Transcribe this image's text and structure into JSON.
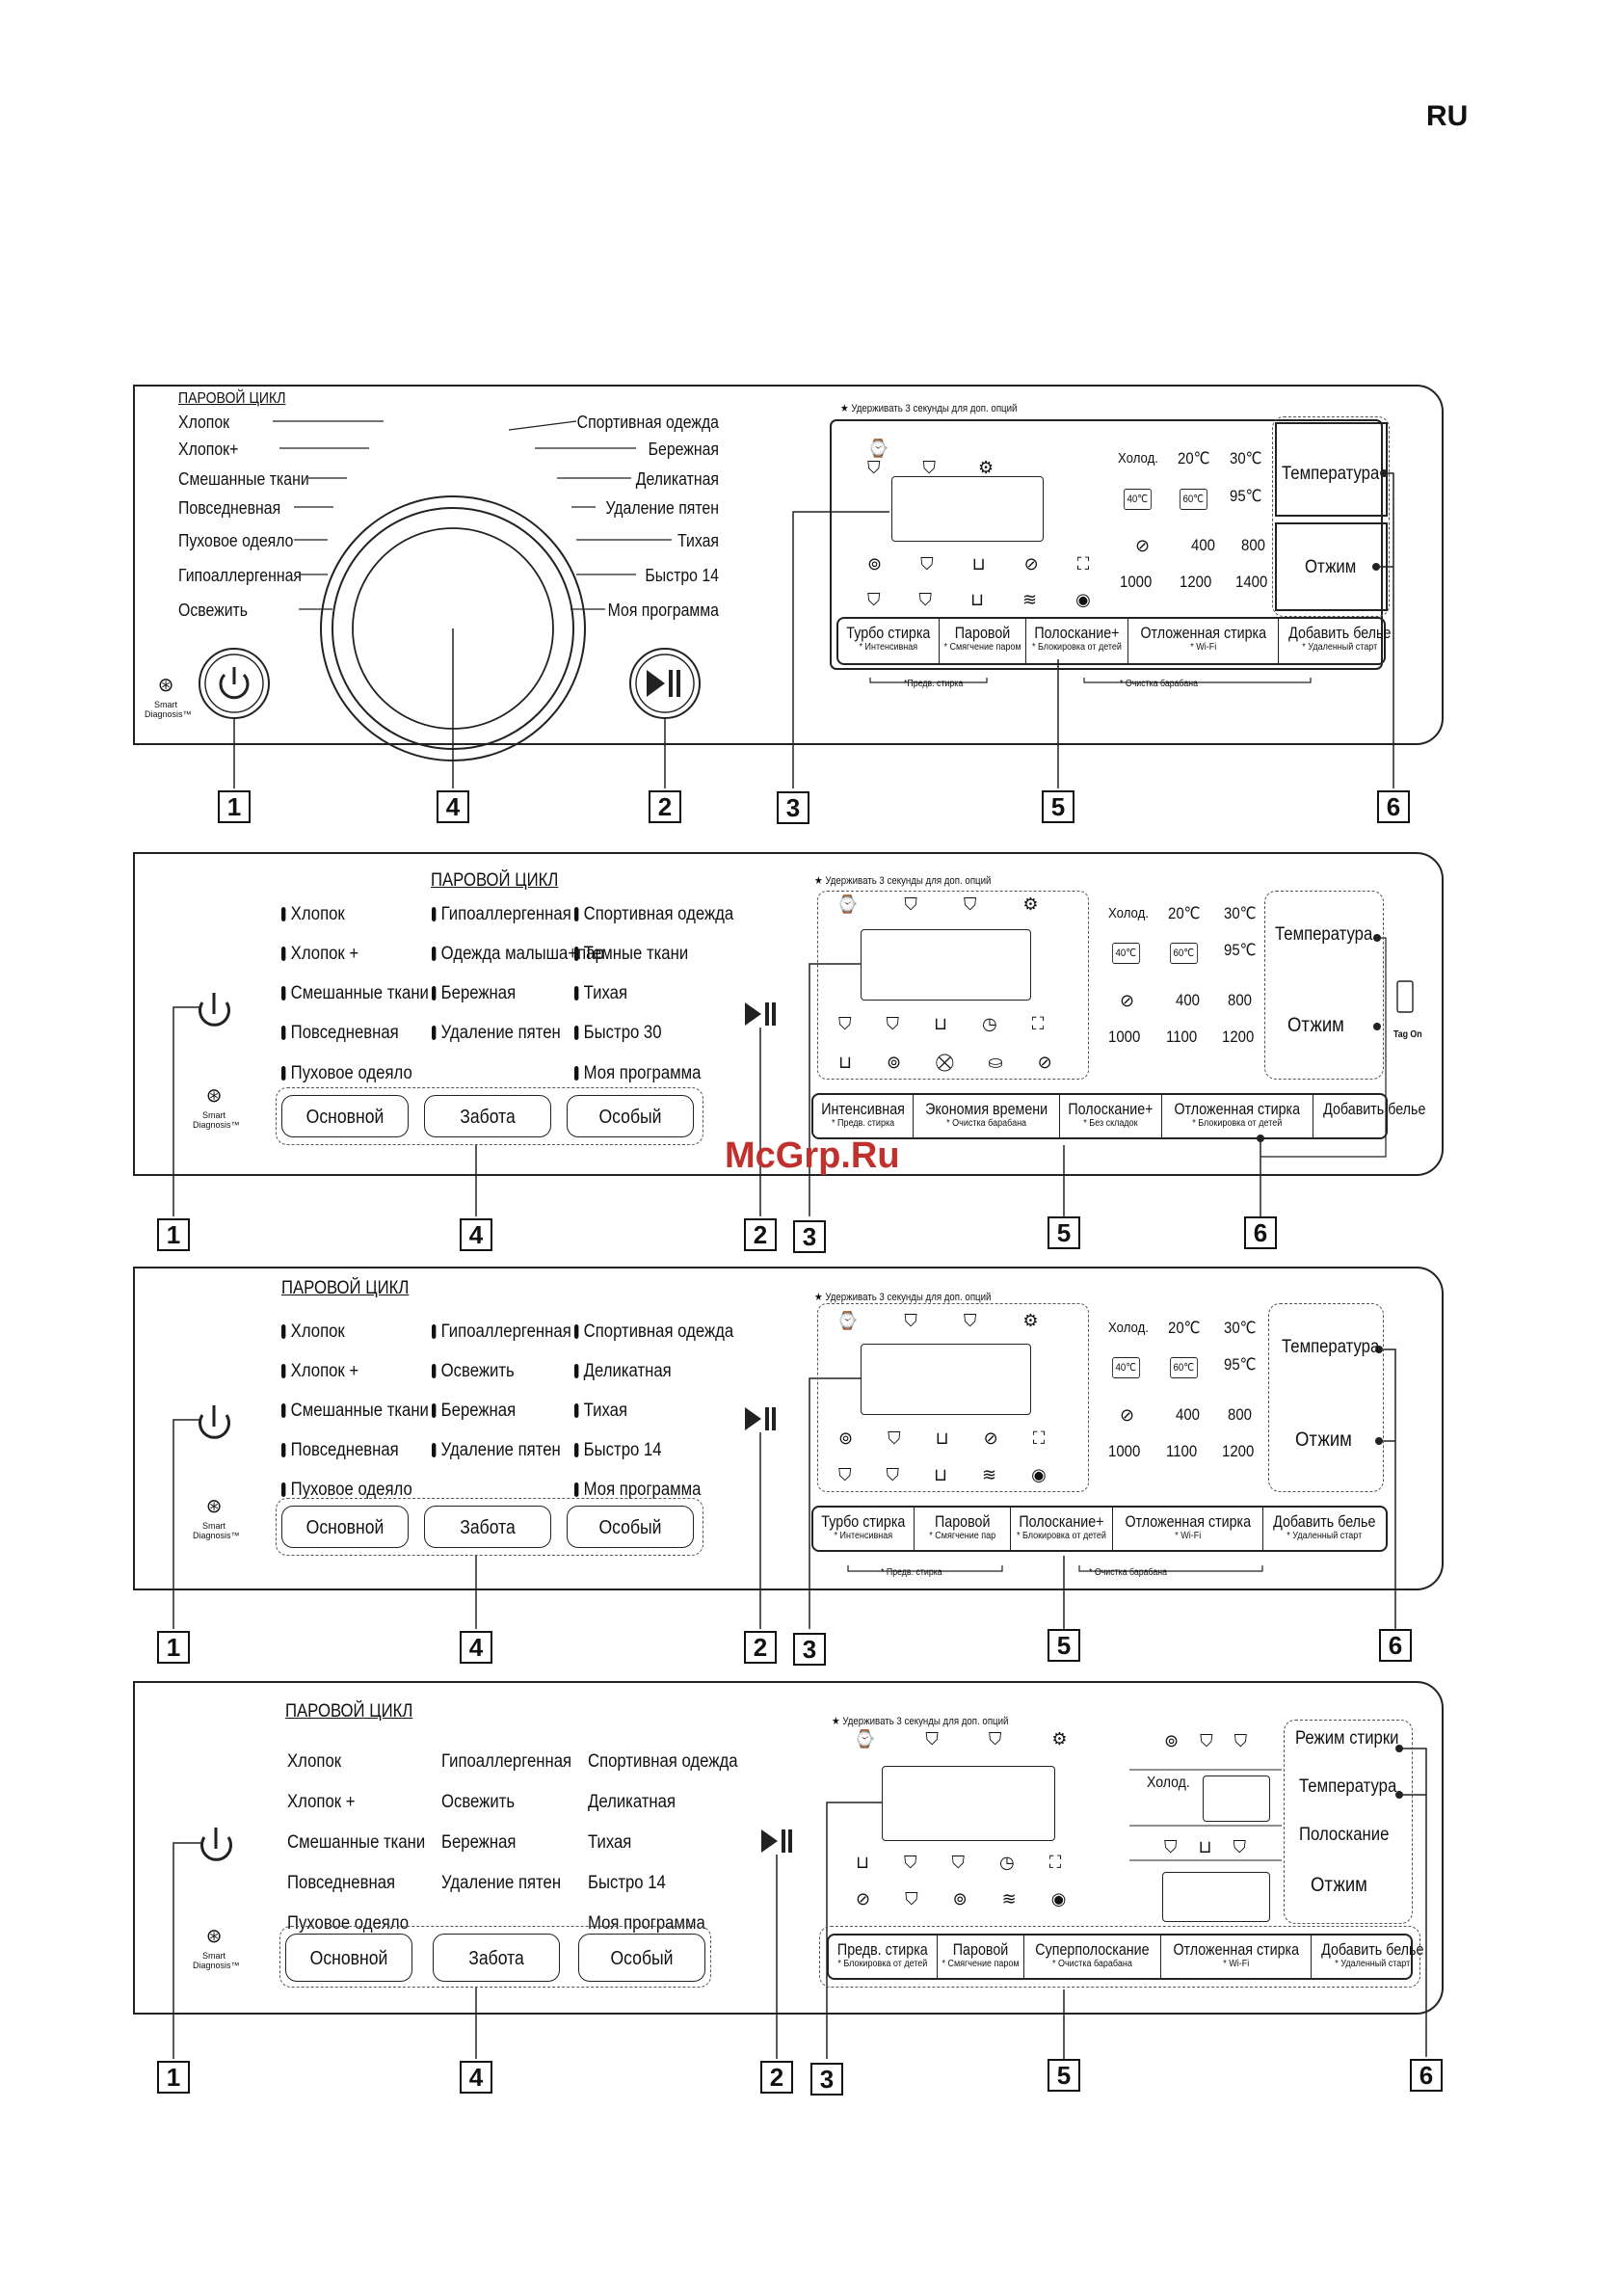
{
  "lang_label": "RU",
  "watermark": "McGrp.Ru",
  "common": {
    "steam_cycle": "ПАРОВОЙ ЦИКЛ",
    "hold_note": "★ Удерживать 3 секунды для доп. опций",
    "smart_diag_1": "Smart",
    "smart_diag_2": "Diagnosis™",
    "tag_on": "Tag On"
  },
  "panel1": {
    "left_programs": [
      "Хлопок",
      "Хлопок+",
      "Смешанные ткани",
      "Повседневная",
      "Пуховое одеяло",
      "Гипоаллергенная",
      "Освежить"
    ],
    "right_programs": [
      "Спортивная одежда",
      "Бережная",
      "Деликатная",
      "Удаление пятен",
      "Тихая",
      "Быстро 14",
      "Моя программа"
    ],
    "temps": [
      "Холод.",
      "20℃",
      "30℃",
      "40℃",
      "60℃",
      "95℃"
    ],
    "spins": [
      "400",
      "800",
      "1000",
      "1200",
      "1400"
    ],
    "buttons": [
      "Температура",
      "Отжим"
    ],
    "options": [
      {
        "m": "Турбо стирка",
        "s": "* Интенсивная"
      },
      {
        "m": "Паровой",
        "s": "* Смягчение паром"
      },
      {
        "m": "Полоскание+",
        "s": "* Блокировка от детей"
      },
      {
        "m": "Отложенная стирка",
        "s": "* Wi-Fi"
      },
      {
        "m": "Добавить белье",
        "s": "* Удаленный старт"
      }
    ],
    "below_a": "*Предв. стирка",
    "below_b": "* Очистка барабана"
  },
  "panel2": {
    "col1": [
      "Хлопок",
      "Хлопок +",
      "Смешанные ткани",
      "Повседневная",
      "Пуховое одеяло"
    ],
    "col2": [
      "Гипоаллергенная",
      "Одежда малыша+пар",
      "Бережная",
      "Удаление пятен"
    ],
    "col3": [
      "Спортивная одежда",
      "Темные ткани",
      "Тихая",
      "Быстро 30",
      "Моя программа"
    ],
    "groups": [
      "Основной",
      "Забота",
      "Особый"
    ],
    "temps": [
      "Холод.",
      "20℃",
      "30℃",
      "40℃",
      "60℃",
      "95℃"
    ],
    "spins": [
      "400",
      "800",
      "1000",
      "1100",
      "1200"
    ],
    "buttons": [
      "Температура",
      "Отжим"
    ],
    "options": [
      {
        "m": "Интенсивная",
        "s": "* Предв. стирка"
      },
      {
        "m": "Экономия времени",
        "s": "* Очистка барабана"
      },
      {
        "m": "Полоскание+",
        "s": "* Без складок"
      },
      {
        "m": "Отложенная стирка",
        "s": "* Блокировка от детей"
      },
      {
        "m": "Добавить белье",
        "s": ""
      }
    ]
  },
  "panel3": {
    "col1": [
      "Хлопок",
      "Хлопок +",
      "Смешанные ткани",
      "Повседневная",
      "Пуховое одеяло"
    ],
    "col2": [
      "Гипоаллергенная",
      "Освежить",
      "Бережная",
      "Удаление пятен"
    ],
    "col3": [
      "Спортивная одежда",
      "Деликатная",
      "Тихая",
      "Быстро 14",
      "Моя программа"
    ],
    "groups": [
      "Основной",
      "Забота",
      "Особый"
    ],
    "temps": [
      "Холод.",
      "20℃",
      "30℃",
      "40℃",
      "60℃",
      "95℃"
    ],
    "spins": [
      "400",
      "800",
      "1000",
      "1100",
      "1200"
    ],
    "buttons": [
      "Температура",
      "Отжим"
    ],
    "options": [
      {
        "m": "Турбо стирка",
        "s": "* Интенсивная"
      },
      {
        "m": "Паровой",
        "s": "* Смягчение пар"
      },
      {
        "m": "Полоскание+",
        "s": "* Блокировка от детей"
      },
      {
        "m": "Отложенная стирка",
        "s": "* Wi-Fi"
      },
      {
        "m": "Добавить белье",
        "s": "* Удаленный старт"
      }
    ],
    "below_a": "* Предв. стирка",
    "below_b": "* Очистка барабана"
  },
  "panel4": {
    "col1": [
      "Хлопок",
      "Хлопок +",
      "Смешанные ткани",
      "Повседневная",
      "Пуховое одеяло"
    ],
    "col2": [
      "Гипоаллергенная",
      "Освежить",
      "Бережная",
      "Удаление пятен"
    ],
    "col3": [
      "Спортивная одежда",
      "Деликатная",
      "Тихая",
      "Быстро 14",
      "Моя программа"
    ],
    "groups": [
      "Основной",
      "Забота",
      "Особый"
    ],
    "cold": "Холод.",
    "buttons": [
      "Режим стирки",
      "Температура",
      "Полоскание",
      "Отжим"
    ],
    "options": [
      {
        "m": "Предв. стирка",
        "s": "* Блокировка от детей"
      },
      {
        "m": "Паровой",
        "s": "* Смягчение паром"
      },
      {
        "m": "Суперполоскание",
        "s": "* Очистка барабана"
      },
      {
        "m": "Отложенная стирка",
        "s": "* Wi-Fi"
      },
      {
        "m": "Добавить белье",
        "s": "* Удаленный старт"
      }
    ]
  },
  "callouts": [
    "1",
    "2",
    "3",
    "4",
    "5",
    "6"
  ]
}
